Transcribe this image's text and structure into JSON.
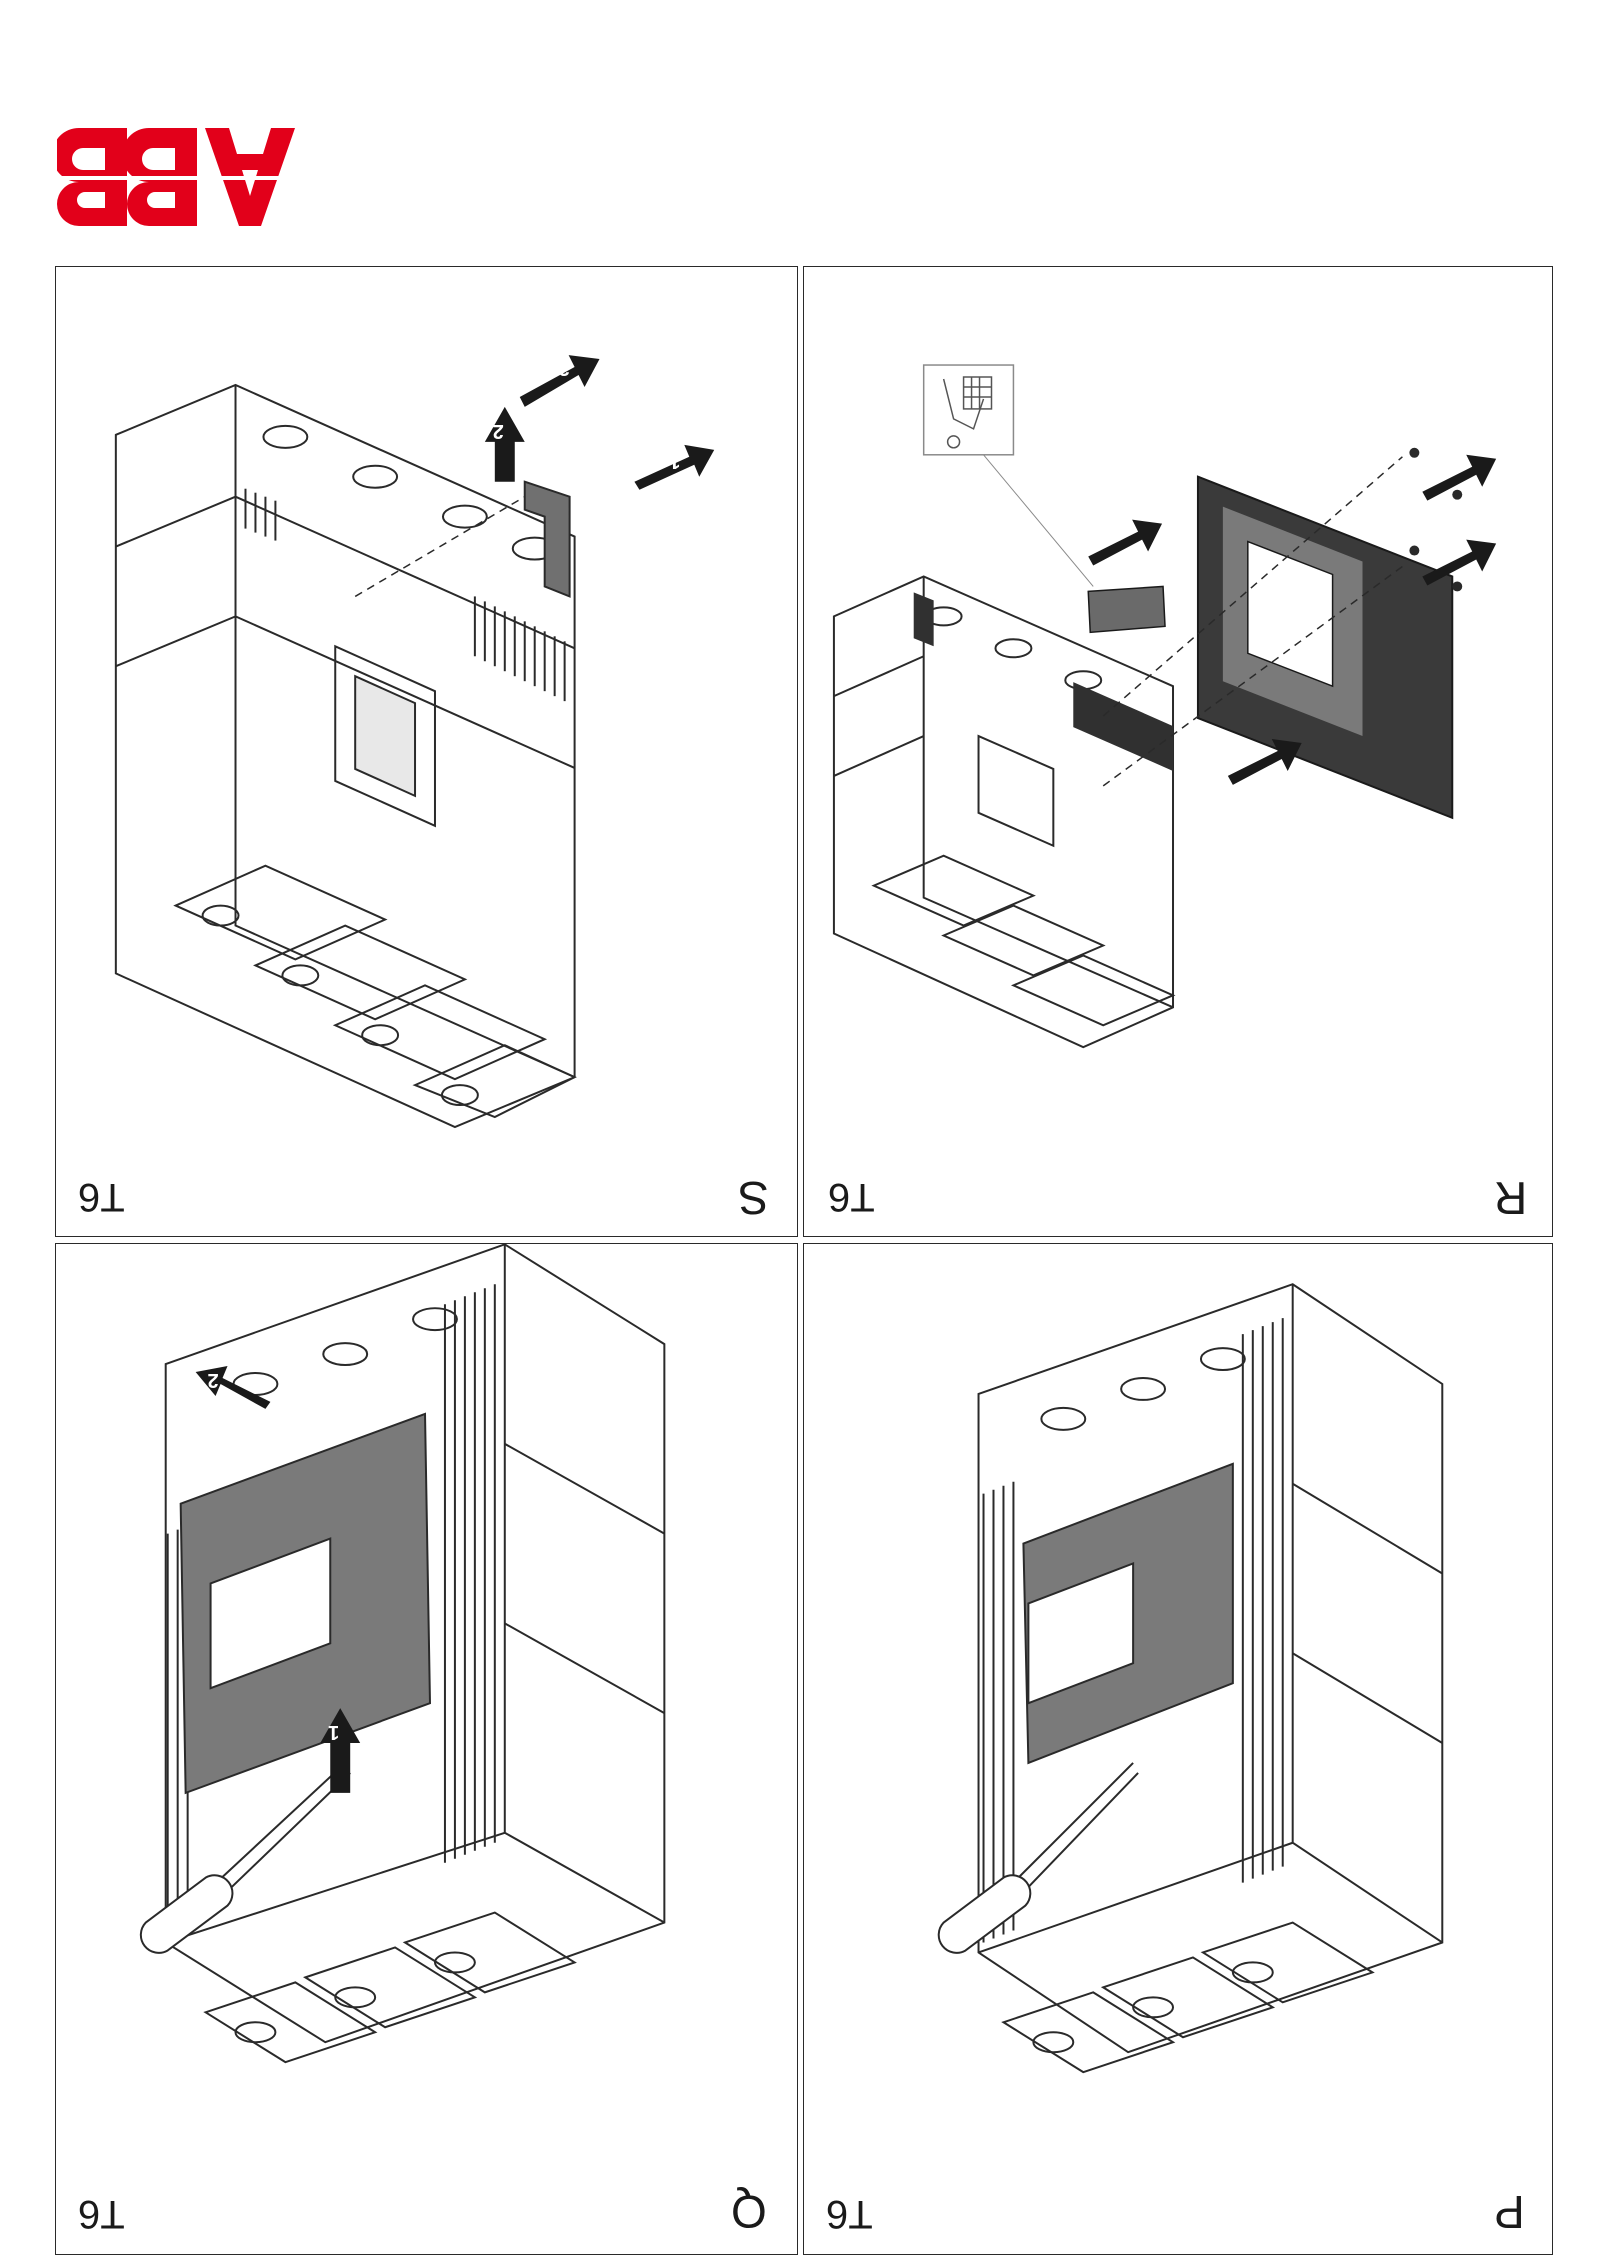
{
  "brand": {
    "logo_text": "ABB",
    "color": "#e2001a"
  },
  "panels": {
    "s": {
      "letter": "S",
      "model": "T6",
      "steps": [
        "1",
        "2",
        "3"
      ]
    },
    "r": {
      "letter": "R",
      "model": "T6"
    },
    "q": {
      "letter": "Q",
      "model": "T6",
      "steps": [
        "1",
        "2"
      ]
    },
    "p": {
      "letter": "P",
      "model": "T6"
    }
  },
  "colors": {
    "line": "#2a2a2a",
    "cover": "#7a7a7a",
    "dark": "#303030",
    "arrow": "#1a1a1a"
  },
  "icons": {
    "tool_symbol": "screwdriver-gripper-icon"
  }
}
